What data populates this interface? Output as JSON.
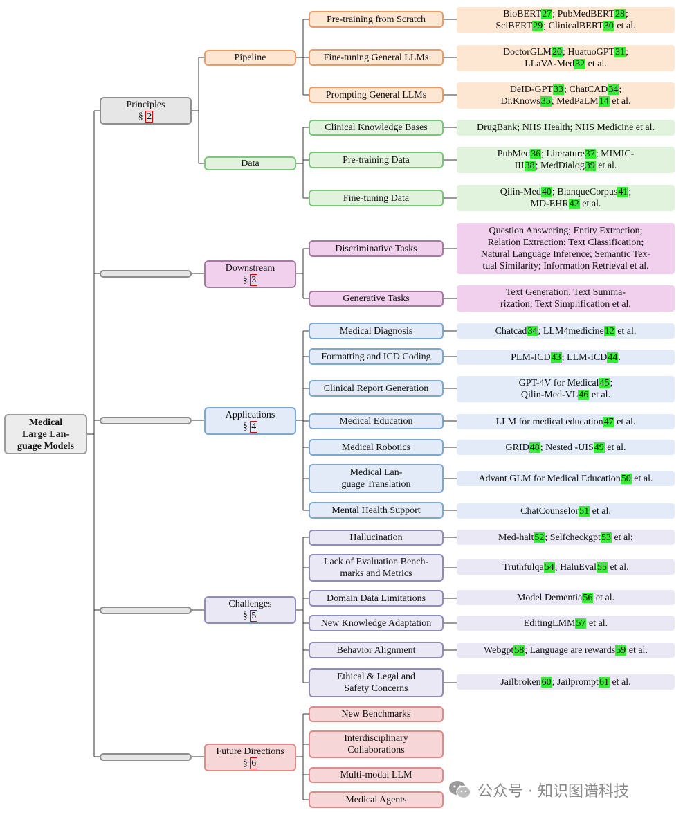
{
  "root": {
    "lines": [
      "Medical",
      "Large Lan-",
      "guage Models"
    ]
  },
  "watermark": {
    "text": "公众号 · 知识图谱科技"
  },
  "principles": {
    "label": "Principles",
    "section": "2"
  },
  "pipeline": {
    "label": "Pipeline"
  },
  "data_node": {
    "label": "Data"
  },
  "downstream": {
    "label": "Downstream",
    "section": "3"
  },
  "applications": {
    "label": "Applications",
    "section": "4"
  },
  "challenges": {
    "label": "Challenges",
    "section": "5"
  },
  "future": {
    "label": "Future Directions",
    "section": "6"
  },
  "p1": {
    "label": "Pre-training from Scratch",
    "leaf": [
      [
        "BioBERT",
        "27",
        "; PubMedBERT",
        "28",
        ";"
      ],
      [
        "SciBERT",
        "29",
        "; ClinicalBERT",
        "30",
        " et al."
      ]
    ]
  },
  "p2": {
    "label": "Fine-tuning General LLMs",
    "leaf": [
      [
        "DoctorGLM",
        "20",
        "; HuatuoGPT",
        "31",
        ";"
      ],
      [
        "LLaVA-Med",
        "32",
        " et al."
      ]
    ]
  },
  "p3": {
    "label": "Prompting General LLMs",
    "leaf": [
      [
        "DeID-GPT",
        "33",
        "; ChatCAD",
        "34",
        ";"
      ],
      [
        "Dr.Knows",
        "35",
        "; MedPaLM",
        "14",
        " et al."
      ]
    ]
  },
  "d1": {
    "label": "Clinical Knowledge Bases",
    "leaf": [
      [
        "DrugBank; NHS Health; NHS Medicine et al."
      ]
    ]
  },
  "d2": {
    "label": "Pre-training Data",
    "leaf": [
      [
        "PubMed",
        "36",
        "; Literature",
        "37",
        "; MIMIC-"
      ],
      [
        "III",
        "38",
        "; MedDialog",
        "39",
        " et al."
      ]
    ]
  },
  "d3": {
    "label": "Fine-tuning Data",
    "leaf": [
      [
        "Qilin-Med",
        "40",
        "; BianqueCorpus",
        "41",
        ";"
      ],
      [
        "MD-EHR",
        "42",
        " et al."
      ]
    ]
  },
  "s1": {
    "label": "Discriminative Tasks",
    "leaf": [
      [
        "Question Answering; Entity Extraction;"
      ],
      [
        "Relation Extraction; Text Classification;"
      ],
      [
        "Natural Language Inference; Semantic Tex-"
      ],
      [
        "tual Similarity; Information Retrieval et al."
      ]
    ]
  },
  "s2": {
    "label": "Generative Tasks",
    "leaf": [
      [
        "Text Generation; Text Summa-"
      ],
      [
        "rization; Text Simplification et al."
      ]
    ]
  },
  "a1": {
    "label": "Medical Diagnosis",
    "leaf": [
      [
        "Chatcad",
        "34",
        "; LLM4medicine",
        "12",
        " et al."
      ]
    ]
  },
  "a2": {
    "label": "Formatting and ICD Coding",
    "leaf": [
      [
        "PLM-ICD",
        "43",
        "; LLM-ICD",
        "44",
        "."
      ]
    ]
  },
  "a3": {
    "label": "Clinical Report Generation",
    "leaf": [
      [
        "GPT-4V for Medical",
        "45",
        ";"
      ],
      [
        "Qilin-Med-VL",
        "46",
        " et al."
      ]
    ]
  },
  "a4": {
    "label": "Medical Education",
    "leaf": [
      [
        "LLM for medical education",
        "47",
        " et al."
      ]
    ]
  },
  "a5": {
    "label": "Medical Robotics",
    "leaf": [
      [
        "GRID",
        "48",
        "; Nested -UIS",
        "49",
        " et al."
      ]
    ]
  },
  "a6": {
    "label": [
      "Medical Lan-",
      "guage Translation"
    ],
    "leaf": [
      [
        "Advant GLM for Medical Education",
        "50",
        " et al."
      ]
    ]
  },
  "a7": {
    "label": "Mental Health Support",
    "leaf": [
      [
        "ChatCounselor",
        "51",
        " et al."
      ]
    ]
  },
  "c1": {
    "label": "Hallucination",
    "leaf": [
      [
        "Med-halt",
        "52",
        "; Selfcheckgpt",
        "53",
        " et al;"
      ]
    ]
  },
  "c2": {
    "label": [
      "Lack of Evaluation Bench-",
      "marks and Metrics"
    ],
    "leaf": [
      [
        "Truthfulqa",
        "54",
        "; HaluEval",
        "55",
        " et al."
      ]
    ]
  },
  "c3": {
    "label": "Domain Data Limitations",
    "leaf": [
      [
        "Model Dementia",
        "56",
        " et al."
      ]
    ]
  },
  "c4": {
    "label": "New Knowledge Adaptation",
    "leaf": [
      [
        "EditingLMM",
        "57",
        " et al."
      ]
    ]
  },
  "c5": {
    "label": "Behavior Alignment",
    "leaf": [
      [
        "Webgpt",
        "58",
        "; Language are rewards",
        "59",
        " et al."
      ]
    ]
  },
  "c6": {
    "label": [
      "Ethical & Legal and",
      "Safety Concerns"
    ],
    "leaf": [
      [
        "Jailbroken",
        "60",
        "; Jailprompt",
        "61",
        " et al."
      ]
    ]
  },
  "f1": {
    "label": "New Benchmarks"
  },
  "f2": {
    "label": [
      "Interdisciplinary",
      "Collaborations"
    ]
  },
  "f3": {
    "label": "Multi-modal LLM"
  },
  "f4": {
    "label": "Medical Agents"
  },
  "colors": {
    "line": "#333333",
    "orange": "#ef9a66",
    "green": "#7dc57a",
    "purple": "#a47aa0",
    "blue": "#7da8d4",
    "lavender": "#8e8cb8",
    "red": "#e08a8a",
    "cite_highlight": "#33ee33",
    "section_box": "#e00000"
  }
}
